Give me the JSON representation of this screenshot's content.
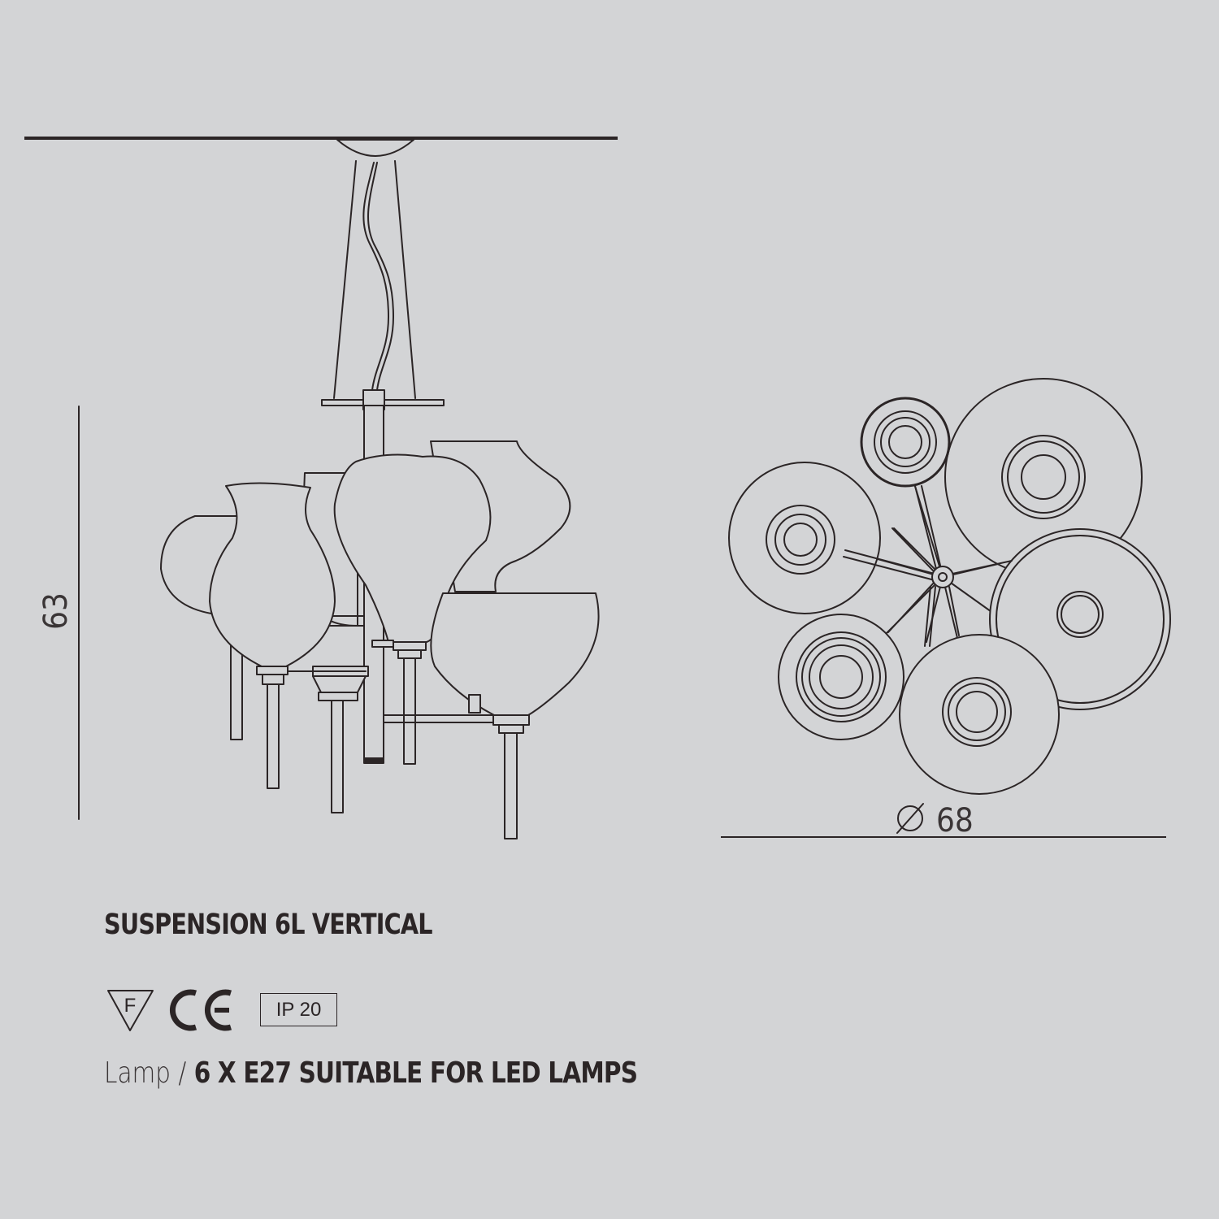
{
  "product": {
    "title": "SUSPENSION 6L VERTICAL"
  },
  "dimensions": {
    "height": "63",
    "diameter_symbol": "∅",
    "diameter": "68"
  },
  "certifications": {
    "f_mark": "F",
    "ce_mark": "CE",
    "ip_rating": "IP 20"
  },
  "lamp": {
    "label": "Lamp",
    "separator": " / ",
    "spec": "6 X E27 SUITABLE FOR LED LAMPS"
  },
  "colors": {
    "background": "#d3d4d6",
    "line": "#2b2526"
  }
}
